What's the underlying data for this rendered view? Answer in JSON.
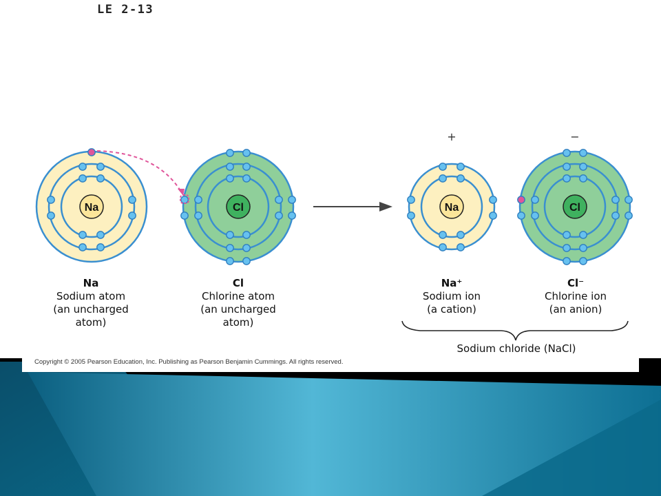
{
  "slide": {
    "title": "LE 2-13",
    "copyright": "Copyright © 2005 Pearson Education, Inc. Publishing as Pearson Benjamin Cummings. All rights reserved."
  },
  "atoms": {
    "na_symbol": "Na",
    "cl_symbol": "Cl",
    "na_label_symbol": "Na",
    "na_label_l1": "Sodium atom",
    "na_label_l2": "(an uncharged",
    "na_label_l3": "atom)",
    "cl_label_symbol": "Cl",
    "cl_label_l1": "Chlorine atom",
    "cl_label_l2": "(an uncharged",
    "cl_label_l3": "atom)"
  },
  "ions": {
    "na_symbol": "Na",
    "cl_symbol": "Cl",
    "na_charge": "+",
    "cl_charge": "−",
    "na_label_symbol": "Na⁺",
    "na_label_l1": "Sodium ion",
    "na_label_l2": "(a cation)",
    "cl_label_symbol": "Cl⁻",
    "cl_label_l1": "Chlorine ion",
    "cl_label_l2": "(an anion)",
    "group_label": "Sodium chloride (NaCl)"
  },
  "colors": {
    "sodium_fill": "#fdf0c0",
    "chlorine_fill": "#8fcf9a",
    "shell_stroke": "#3a8fd0",
    "electron": "#67c1ef",
    "transferred_electron": "#e0559a",
    "arrow": "#444444",
    "banner_teal": "#1b8fb0",
    "banner_dark": "#0a4f6e"
  }
}
